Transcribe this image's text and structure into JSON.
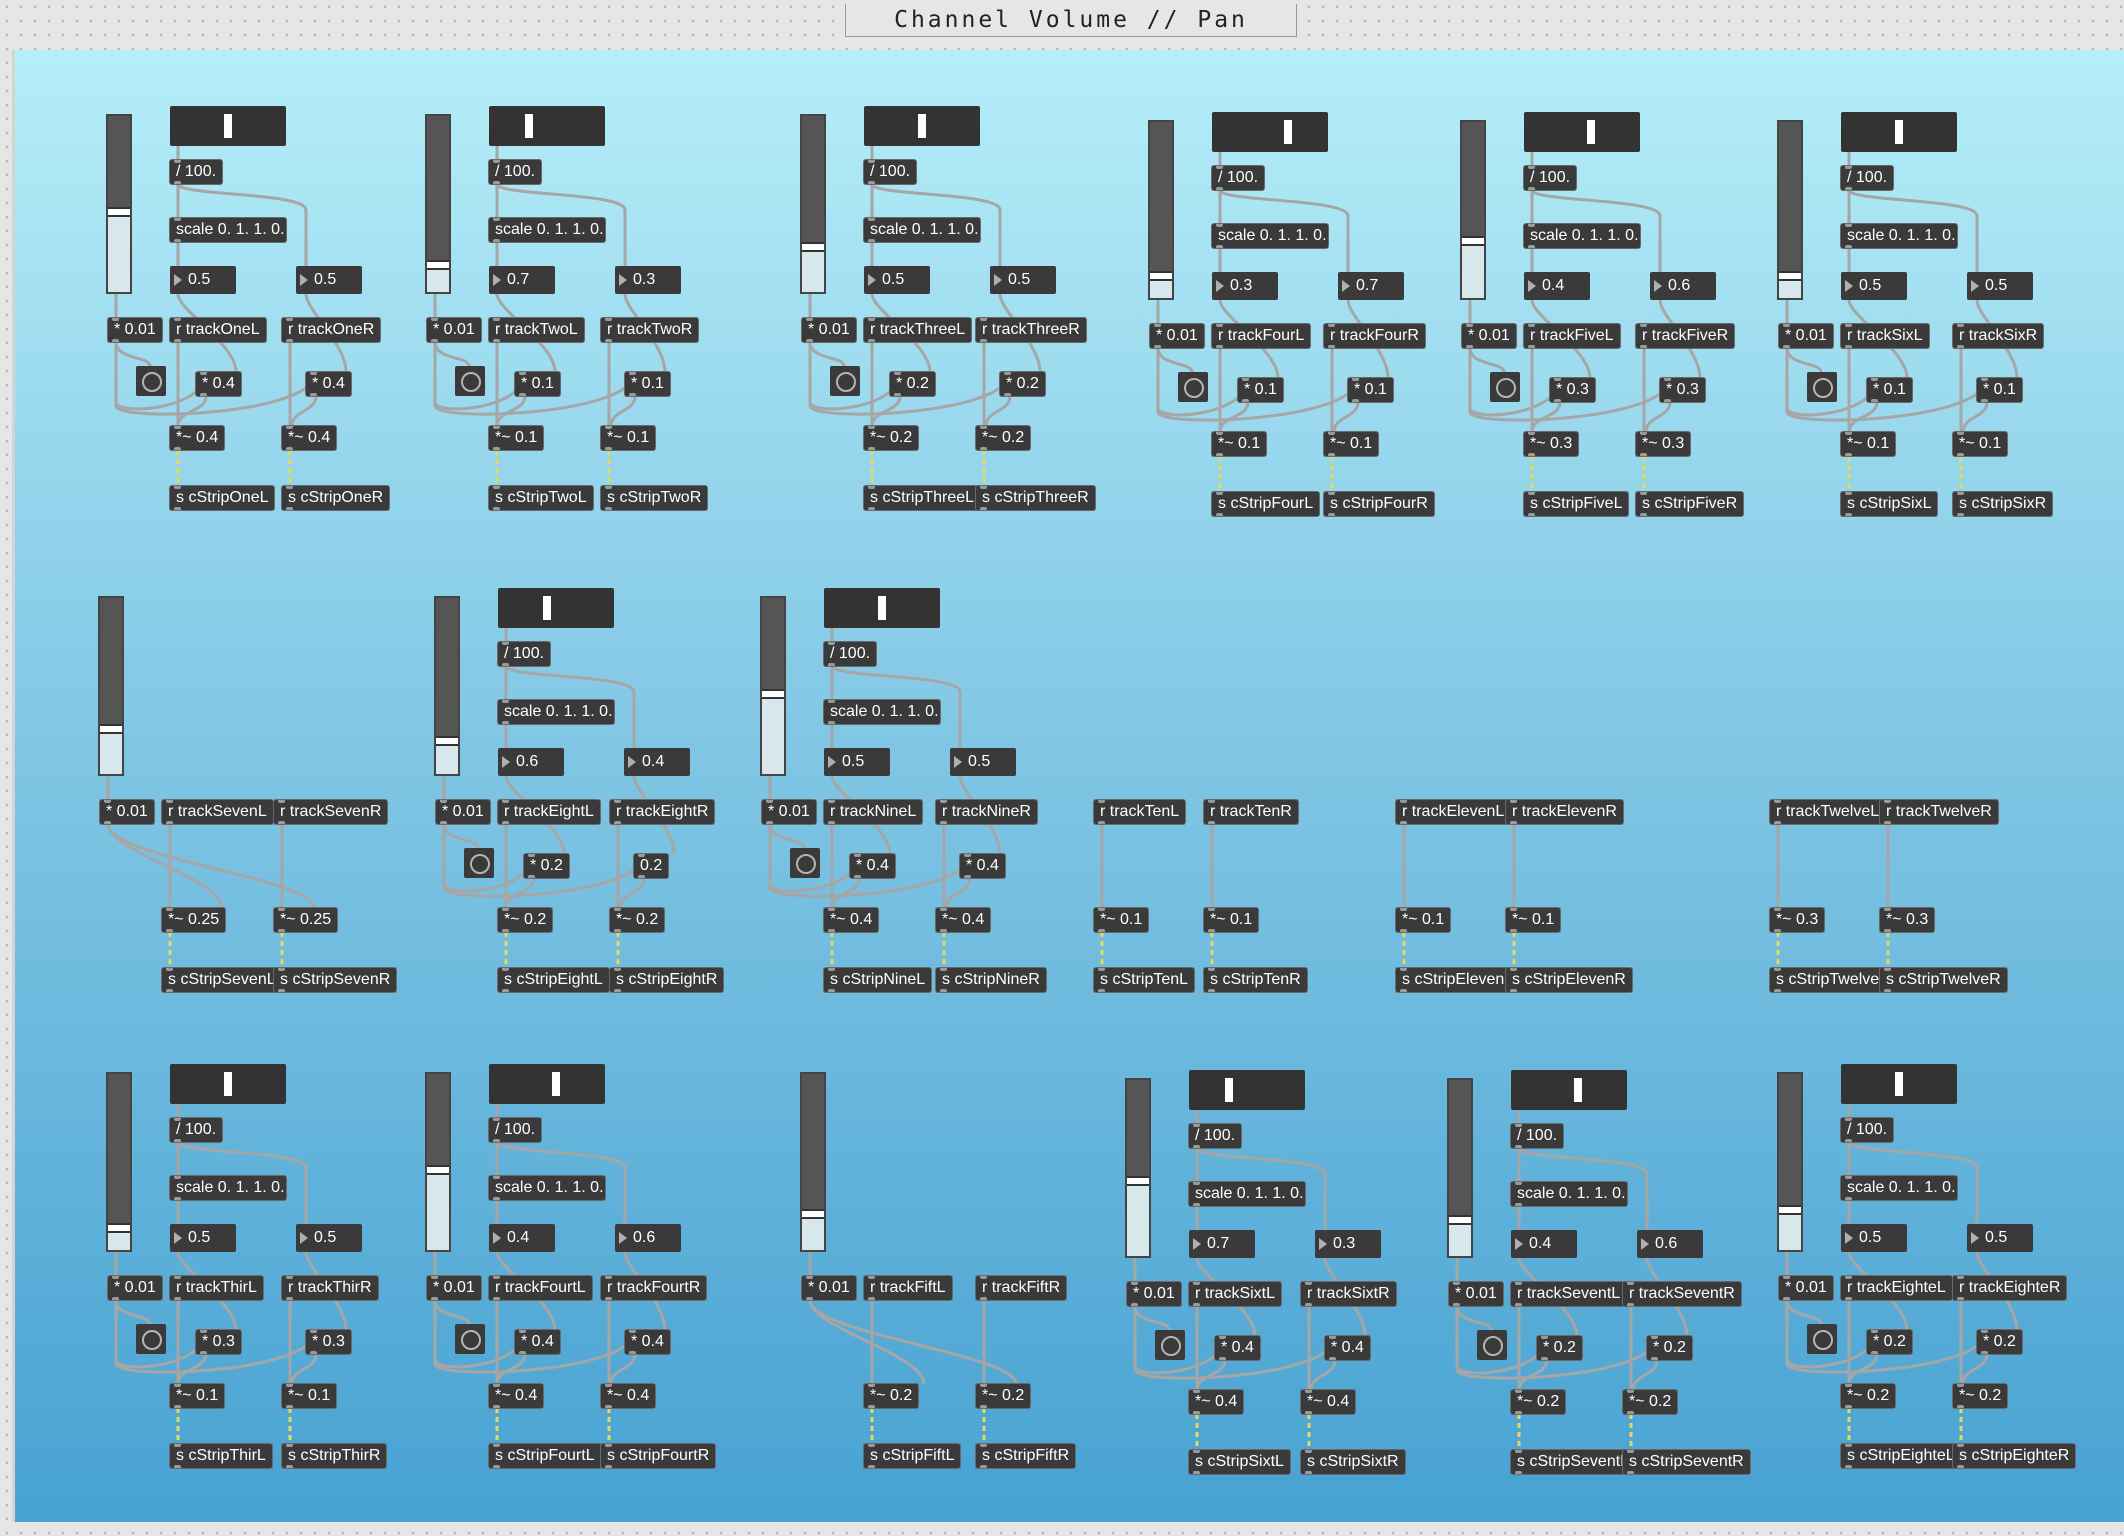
{
  "window": {
    "title": "Channel Volume // Pan"
  },
  "colors": {
    "object_fill": "#3a3a3a",
    "object_text": "#ffffff",
    "panel_top": "#b6eef9",
    "panel_bottom": "#47a2d2",
    "patch_cord": "#a6a6a6",
    "signal_cord": "#e5d85a"
  },
  "tracks": [
    {
      "name": "One",
      "vol_level": 0.45,
      "pan": {
        "div": "/ 100.",
        "scale": "scale 0. 1. 1. 0.",
        "left": "0.5",
        "right": "0.5"
      },
      "mult": "* 0.01",
      "recv_l": "r trackOneL",
      "recv_r": "r trackOneR",
      "gain_l": "* 0.4",
      "gain_r": "* 0.4",
      "sig_l": "*~ 0.4",
      "sig_r": "*~ 0.4",
      "send_l": "s cStripOneL",
      "send_r": "s cStripOneR"
    },
    {
      "name": "Two",
      "vol_level": 0.15,
      "pan": {
        "div": "/ 100.",
        "scale": "scale 0. 1. 1. 0.",
        "left": "0.7",
        "right": "0.3"
      },
      "mult": "* 0.01",
      "recv_l": "r trackTwoL",
      "recv_r": "r trackTwoR",
      "gain_l": "* 0.1",
      "gain_r": "* 0.1",
      "sig_l": "*~ 0.1",
      "sig_r": "*~ 0.1",
      "send_l": "s cStripTwoL",
      "send_r": "s cStripTwoR"
    },
    {
      "name": "Three",
      "vol_level": 0.25,
      "pan": {
        "div": "/ 100.",
        "scale": "scale 0. 1. 1. 0.",
        "left": "0.5",
        "right": "0.5"
      },
      "mult": "* 0.01",
      "recv_l": "r trackThreeL",
      "recv_r": "r trackThreeR",
      "gain_l": "* 0.2",
      "gain_r": "* 0.2",
      "sig_l": "*~ 0.2",
      "sig_r": "*~ 0.2",
      "send_l": "s cStripThreeL",
      "send_r": "s cStripThreeR"
    },
    {
      "name": "Four",
      "vol_level": 0.12,
      "pan": {
        "div": "/ 100.",
        "scale": "scale 0. 1. 1. 0.",
        "left": "0.3",
        "right": "0.7"
      },
      "mult": "* 0.01",
      "recv_l": "r trackFourL",
      "recv_r": "r trackFourR",
      "gain_l": "* 0.1",
      "gain_r": "* 0.1",
      "sig_l": "*~ 0.1",
      "sig_r": "*~ 0.1",
      "send_l": "s cStripFourL",
      "send_r": "s cStripFourR"
    },
    {
      "name": "Five",
      "vol_level": 0.32,
      "pan": {
        "div": "/ 100.",
        "scale": "scale 0. 1. 1. 0.",
        "left": "0.4",
        "right": "0.6"
      },
      "mult": "* 0.01",
      "recv_l": "r trackFiveL",
      "recv_r": "r trackFiveR",
      "gain_l": "* 0.3",
      "gain_r": "* 0.3",
      "sig_l": "*~ 0.3",
      "sig_r": "*~ 0.3",
      "send_l": "s cStripFiveL",
      "send_r": "s cStripFiveR"
    },
    {
      "name": "Six",
      "vol_level": 0.12,
      "pan": {
        "div": "/ 100.",
        "scale": "scale 0. 1. 1. 0.",
        "left": "0.5",
        "right": "0.5"
      },
      "mult": "* 0.01",
      "recv_l": "r trackSixL",
      "recv_r": "r trackSixR",
      "gain_l": "* 0.1",
      "gain_r": "* 0.1",
      "sig_l": "*~ 0.1",
      "sig_r": "*~ 0.1",
      "send_l": "s cStripSixL",
      "send_r": "s cStripSixR"
    },
    {
      "name": "Seven",
      "vol_level": 0.25,
      "pan": null,
      "mult": "* 0.01",
      "recv_l": "r trackSevenL",
      "recv_r": "r trackSevenR",
      "gain_l": null,
      "gain_r": null,
      "sig_l": "*~ 0.25",
      "sig_r": "*~ 0.25",
      "send_l": "s cStripSevenL",
      "send_r": "s cStripSevenR"
    },
    {
      "name": "Eight",
      "vol_level": 0.18,
      "pan": {
        "div": "/ 100.",
        "scale": "scale 0. 1. 1. 0.",
        "left": "0.6",
        "right": "0.4"
      },
      "mult": "* 0.01",
      "recv_l": "r trackEightL",
      "recv_r": "r trackEightR",
      "gain_l": "* 0.2",
      "gain_r": "0.2",
      "sig_l": "*~ 0.2",
      "sig_r": "*~ 0.2",
      "send_l": "s cStripEightL",
      "send_r": "s cStripEightR"
    },
    {
      "name": "Nine",
      "vol_level": 0.45,
      "pan": {
        "div": "/ 100.",
        "scale": "scale 0. 1. 1. 0.",
        "left": "0.5",
        "right": "0.5"
      },
      "mult": "* 0.01",
      "recv_l": "r trackNineL",
      "recv_r": "r trackNineR",
      "gain_l": "* 0.4",
      "gain_r": "* 0.4",
      "sig_l": "*~ 0.4",
      "sig_r": "*~ 0.4",
      "send_l": "s cStripNineL",
      "send_r": "s cStripNineR"
    },
    {
      "name": "Ten",
      "vol_level": null,
      "pan": null,
      "mult": null,
      "recv_l": "r trackTenL",
      "recv_r": "r trackTenR",
      "gain_l": null,
      "gain_r": null,
      "sig_l": "*~ 0.1",
      "sig_r": "*~ 0.1",
      "send_l": "s cStripTenL",
      "send_r": "s cStripTenR"
    },
    {
      "name": "Eleven",
      "vol_level": null,
      "pan": null,
      "mult": null,
      "recv_l": "r trackElevenL",
      "recv_r": "r trackElevenR",
      "gain_l": null,
      "gain_r": null,
      "sig_l": "*~ 0.1",
      "sig_r": "*~ 0.1",
      "send_l": "s cStripElevenL",
      "send_r": "s cStripElevenR"
    },
    {
      "name": "Twelve",
      "vol_level": null,
      "pan": null,
      "mult": null,
      "recv_l": "r trackTwelveL",
      "recv_r": "r trackTwelveR",
      "gain_l": null,
      "gain_r": null,
      "sig_l": "*~ 0.3",
      "sig_r": "*~ 0.3",
      "send_l": "s cStripTwelveL",
      "send_r": "s cStripTwelveR"
    },
    {
      "name": "Thir",
      "vol_level": 0.12,
      "pan": {
        "div": "/ 100.",
        "scale": "scale 0. 1. 1. 0.",
        "left": "0.5",
        "right": "0.5"
      },
      "mult": "* 0.01",
      "recv_l": "r trackThirL",
      "recv_r": "r trackThirR",
      "gain_l": "* 0.3",
      "gain_r": "* 0.3",
      "sig_l": "*~ 0.1",
      "sig_r": "*~ 0.1",
      "send_l": "s cStripThirL",
      "send_r": "s cStripThirR"
    },
    {
      "name": "Fourt",
      "vol_level": 0.45,
      "pan": {
        "div": "/ 100.",
        "scale": "scale 0. 1. 1. 0.",
        "left": "0.4",
        "right": "0.6"
      },
      "mult": "* 0.01",
      "recv_l": "r trackFourtL",
      "recv_r": "r trackFourtR",
      "gain_l": "* 0.4",
      "gain_r": "* 0.4",
      "sig_l": "*~ 0.4",
      "sig_r": "*~ 0.4",
      "send_l": "s cStripFourtL",
      "send_r": "s cStripFourtR"
    },
    {
      "name": "Fift",
      "vol_level": 0.2,
      "pan": null,
      "mult": "* 0.01",
      "recv_l": "r trackFiftL",
      "recv_r": "r trackFiftR",
      "gain_l": null,
      "gain_r": null,
      "sig_l": "*~ 0.2",
      "sig_r": "*~ 0.2",
      "send_l": "s cStripFiftL",
      "send_r": "s cStripFiftR"
    },
    {
      "name": "Sixt",
      "vol_level": 0.42,
      "pan": {
        "div": "/ 100.",
        "scale": "scale 0. 1. 1. 0.",
        "left": "0.7",
        "right": "0.3"
      },
      "mult": "* 0.01",
      "recv_l": "r trackSixtL",
      "recv_r": "r trackSixtR",
      "gain_l": "* 0.4",
      "gain_r": "* 0.4",
      "sig_l": "*~ 0.4",
      "sig_r": "*~ 0.4",
      "send_l": "s cStripSixtL",
      "send_r": "s cStripSixtR"
    },
    {
      "name": "Sevent",
      "vol_level": 0.2,
      "pan": {
        "div": "/ 100.",
        "scale": "scale 0. 1. 1. 0.",
        "left": "0.4",
        "right": "0.6"
      },
      "mult": "* 0.01",
      "recv_l": "r trackSeventL",
      "recv_r": "r trackSeventR",
      "gain_l": "* 0.2",
      "gain_r": "* 0.2",
      "sig_l": "*~ 0.2",
      "sig_r": "*~ 0.2",
      "send_l": "s cStripSeventL",
      "send_r": "s cStripSeventR"
    },
    {
      "name": "Eighte",
      "vol_level": 0.22,
      "pan": {
        "div": "/ 100.",
        "scale": "scale 0. 1. 1. 0.",
        "left": "0.5",
        "right": "0.5"
      },
      "mult": "* 0.01",
      "recv_l": "r trackEighteL",
      "recv_r": "r trackEighteR",
      "gain_l": "* 0.2",
      "gain_r": "* 0.2",
      "sig_l": "*~ 0.2",
      "sig_r": "*~ 0.2",
      "send_l": "s cStripEighteL",
      "send_r": "s cStripEighteR"
    }
  ]
}
